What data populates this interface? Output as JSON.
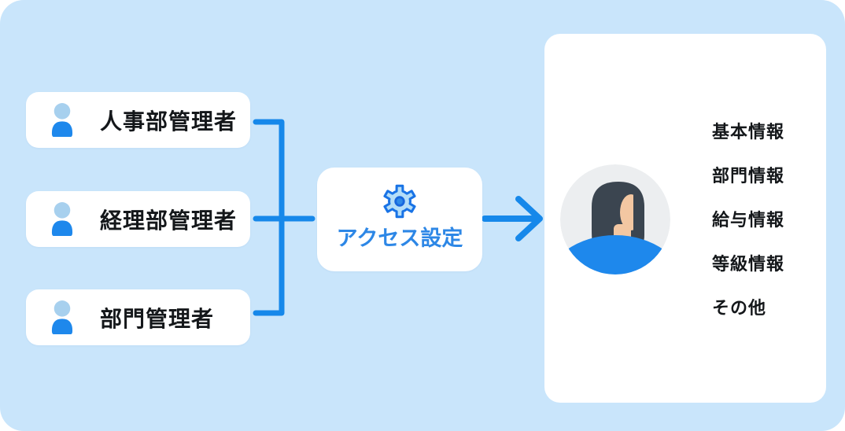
{
  "diagram": {
    "roles": [
      {
        "label": "人事部管理者",
        "icon": "person-icon"
      },
      {
        "label": "経理部管理者",
        "icon": "person-icon"
      },
      {
        "label": "部門管理者",
        "icon": "person-icon"
      }
    ],
    "access_settings": {
      "label": "アクセス設定",
      "icon": "gear-icon"
    },
    "profile_panel": {
      "avatar": "female-user-avatar",
      "info_items": [
        "基本情報",
        "部門情報",
        "給与情報",
        "等級情報",
        "その他"
      ]
    },
    "colors": {
      "background_blue": "#c9e5fb",
      "card_white": "#ffffff",
      "connector_blue": "#1688ea",
      "accent_text_blue": "#2d87e6",
      "icon_body_blue": "#1e88ec",
      "icon_head_blue": "#a7d0ee",
      "gear_fill": "#b5def8",
      "gear_stroke": "#1973e6",
      "dark_text": "#14171a",
      "avatar_bg": "#eceef0",
      "avatar_hair": "#3b4550",
      "avatar_skin": "#f3c7a2"
    }
  }
}
